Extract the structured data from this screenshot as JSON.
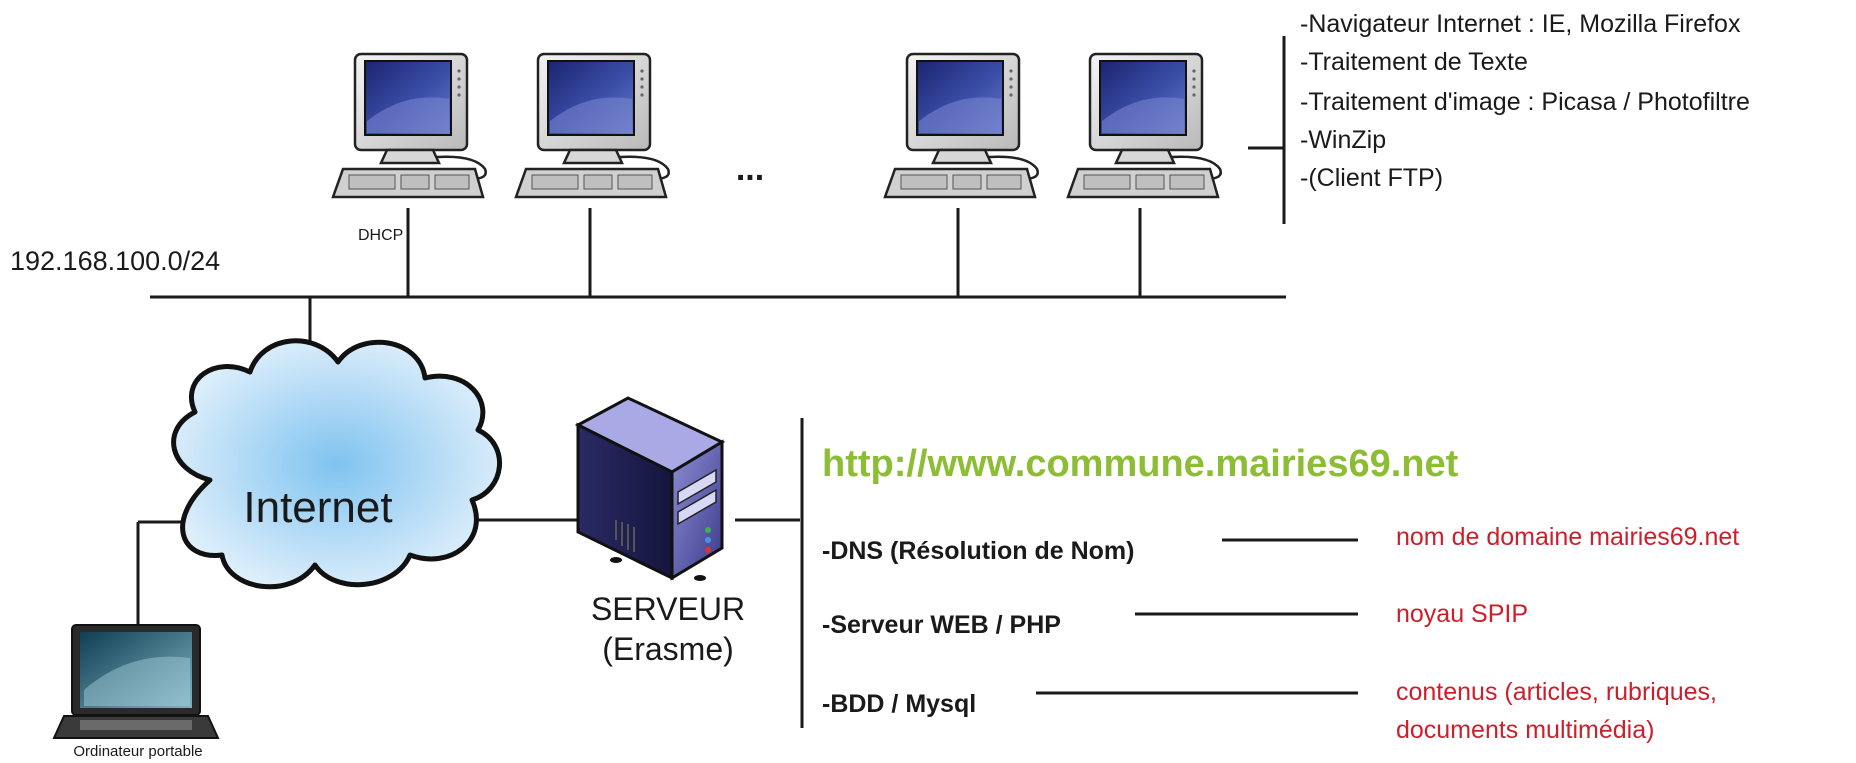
{
  "network": {
    "subnet": "192.168.100.0/24",
    "dhcp_label": "DHCP",
    "ellipsis": "..."
  },
  "client_software": [
    "-Navigateur Internet : IE, Mozilla Firefox",
    "-Traitement de Texte",
    "-Traitement d'image : Picasa / Photofiltre",
    "-WinZip",
    "-(Client FTP)"
  ],
  "cloud": {
    "label": "Internet"
  },
  "laptop": {
    "label": "Ordinateur portable"
  },
  "server": {
    "label_line1": "SERVEUR",
    "label_line2": "(Erasme)"
  },
  "site": {
    "url": "http://www.commune.mairies69.net"
  },
  "services": [
    {
      "name": "-DNS (Résolution de Nom)",
      "detail_lines": [
        "nom de domaine mairies69.net"
      ]
    },
    {
      "name": "-Serveur WEB / PHP",
      "detail_lines": [
        "noyau SPIP"
      ]
    },
    {
      "name": "-BDD / Mysql",
      "detail_lines": [
        "contenus (articles, rubriques,",
        "documents multimédia)"
      ]
    }
  ],
  "colors": {
    "url_green": "#8cbd34",
    "detail_red": "#cc1f2b",
    "line": "#1a1a1a",
    "screen_blue": "#2a3a8c",
    "server_purple": "#4b4a9c",
    "cloud_blue": "#bfe0f7"
  }
}
